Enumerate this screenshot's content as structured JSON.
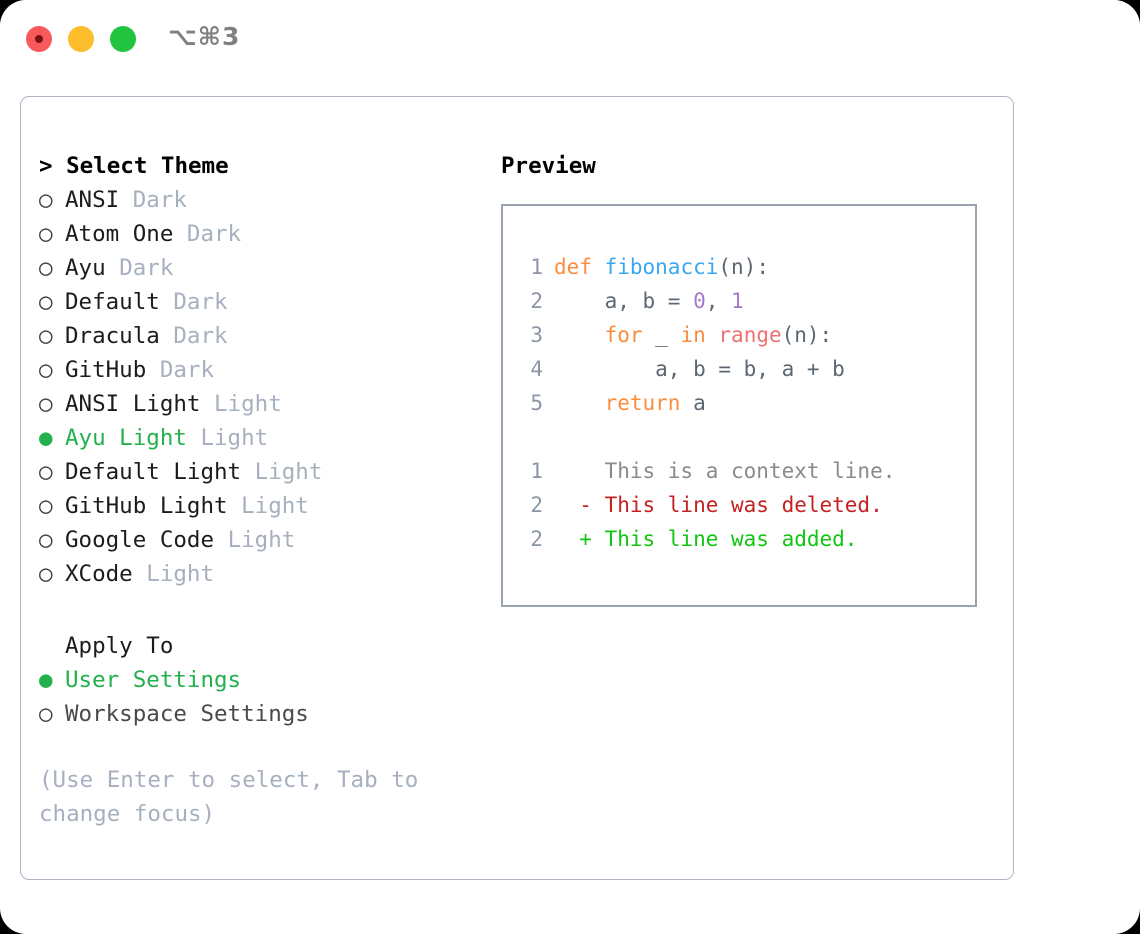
{
  "titlebar": {
    "shortcut": "⌥⌘3",
    "lights": [
      "close-red",
      "minimize-yellow",
      "maximize-green"
    ]
  },
  "theme_list": {
    "heading": "> Select Theme",
    "marker_selected": "●",
    "marker_unselected": "○",
    "items": [
      {
        "name": "ANSI",
        "variant": "Dark",
        "selected": false
      },
      {
        "name": "Atom One",
        "variant": "Dark",
        "selected": false
      },
      {
        "name": "Ayu",
        "variant": "Dark",
        "selected": false
      },
      {
        "name": "Default",
        "variant": "Dark",
        "selected": false
      },
      {
        "name": "Dracula",
        "variant": "Dark",
        "selected": false
      },
      {
        "name": "GitHub",
        "variant": "Dark",
        "selected": false
      },
      {
        "name": "ANSI Light",
        "variant": "Light",
        "selected": false
      },
      {
        "name": "Ayu Light",
        "variant": "Light",
        "selected": true
      },
      {
        "name": "Default Light",
        "variant": "Light",
        "selected": false
      },
      {
        "name": "GitHub Light",
        "variant": "Light",
        "selected": false
      },
      {
        "name": "Google Code",
        "variant": "Light",
        "selected": false
      },
      {
        "name": "XCode",
        "variant": "Light",
        "selected": false
      }
    ]
  },
  "apply_to": {
    "heading": "Apply To",
    "items": [
      {
        "label": "User Settings",
        "selected": true
      },
      {
        "label": "Workspace Settings",
        "selected": false
      }
    ]
  },
  "hint": "(Use Enter to select, Tab to change focus)",
  "preview": {
    "title": "Preview",
    "code": [
      {
        "num": "1",
        "tokens": [
          {
            "t": "def",
            "c": "kw"
          },
          {
            "t": " ",
            "c": "plain"
          },
          {
            "t": "fibonacci",
            "c": "fn"
          },
          {
            "t": "(n):",
            "c": "punct"
          }
        ]
      },
      {
        "num": "2",
        "tokens": [
          {
            "t": "    a, b = ",
            "c": "ident"
          },
          {
            "t": "0",
            "c": "num"
          },
          {
            "t": ", ",
            "c": "ident"
          },
          {
            "t": "1",
            "c": "num"
          }
        ]
      },
      {
        "num": "3",
        "tokens": [
          {
            "t": "    ",
            "c": "ident"
          },
          {
            "t": "for",
            "c": "kw"
          },
          {
            "t": " _ ",
            "c": "ident"
          },
          {
            "t": "in",
            "c": "kw"
          },
          {
            "t": " ",
            "c": "ident"
          },
          {
            "t": "range",
            "c": "builtin"
          },
          {
            "t": "(n):",
            "c": "punct"
          }
        ]
      },
      {
        "num": "4",
        "tokens": [
          {
            "t": "        a, b = b, a + b",
            "c": "ident"
          }
        ]
      },
      {
        "num": "5",
        "tokens": [
          {
            "t": "    ",
            "c": "ident"
          },
          {
            "t": "return",
            "c": "kw"
          },
          {
            "t": " a",
            "c": "ident"
          }
        ]
      }
    ],
    "diff": [
      {
        "num": "1",
        "sign": " ",
        "text": " This is a context line.",
        "kind": "context"
      },
      {
        "num": "2",
        "sign": "-",
        "text": " This line was deleted.",
        "kind": "deleted"
      },
      {
        "num": "2",
        "sign": "+",
        "text": " This line was added.",
        "kind": "added"
      }
    ]
  },
  "colors": {
    "accent_green": "#22b14c",
    "keyword_orange": "#fa8d3e",
    "function_blue": "#3aa7f0",
    "builtin_red": "#f07171",
    "number_purple": "#a37acc",
    "muted_gray": "#a6b0bf",
    "diff_deleted": "#c42121",
    "diff_added": "#11c611",
    "border": "#9aa3b2"
  }
}
